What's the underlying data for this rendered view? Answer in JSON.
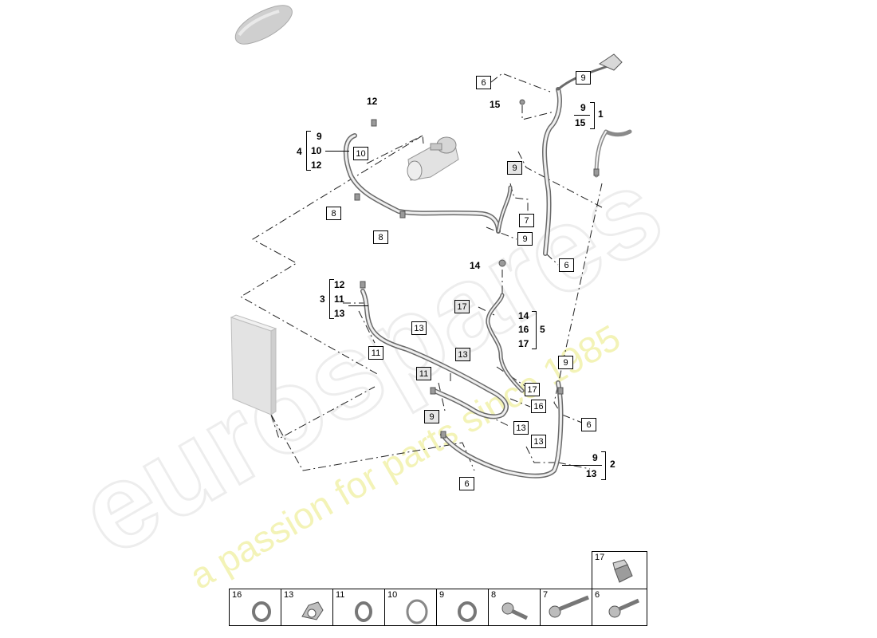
{
  "watermark": {
    "brand": "eurospares",
    "tagline": "a passion for parts since 1985"
  },
  "callouts": {
    "a1": "6",
    "a2": "9",
    "a3": "10",
    "a4": "9",
    "a5": "8",
    "a6": "7",
    "a7": "8",
    "a8": "9",
    "a9": "6",
    "a10": "17",
    "a11": "13",
    "a12": "11",
    "a13": "13",
    "a14": "11",
    "a15": "17",
    "a16": "9",
    "a17": "16",
    "a18": "6",
    "a19": "9",
    "a20": "13",
    "a21": "13",
    "a22": "6"
  },
  "labels": {
    "l12top": "12",
    "l15": "15",
    "l14": "14",
    "g1a": "9",
    "g1b": "15",
    "g1": "1",
    "g4a": "9",
    "g4b": "10",
    "g4c": "12",
    "g4": "4",
    "g3a": "12",
    "g3b": "11",
    "g3c": "13",
    "g3": "3",
    "g5a": "14",
    "g5b": "16",
    "g5c": "17",
    "g5": "5",
    "g2a": "9",
    "g2b": "13",
    "g2": "2"
  },
  "legend": {
    "cells": [
      "16",
      "13",
      "11",
      "10",
      "9",
      "8",
      "7",
      "6",
      "17"
    ],
    "cell_icons": [
      "seal-ring-icon",
      "hose-clip-icon",
      "seal-ring-icon",
      "o-ring-icon",
      "seal-ring-icon",
      "screw-icon",
      "screw-icon",
      "screw-icon",
      "cap-icon"
    ]
  }
}
